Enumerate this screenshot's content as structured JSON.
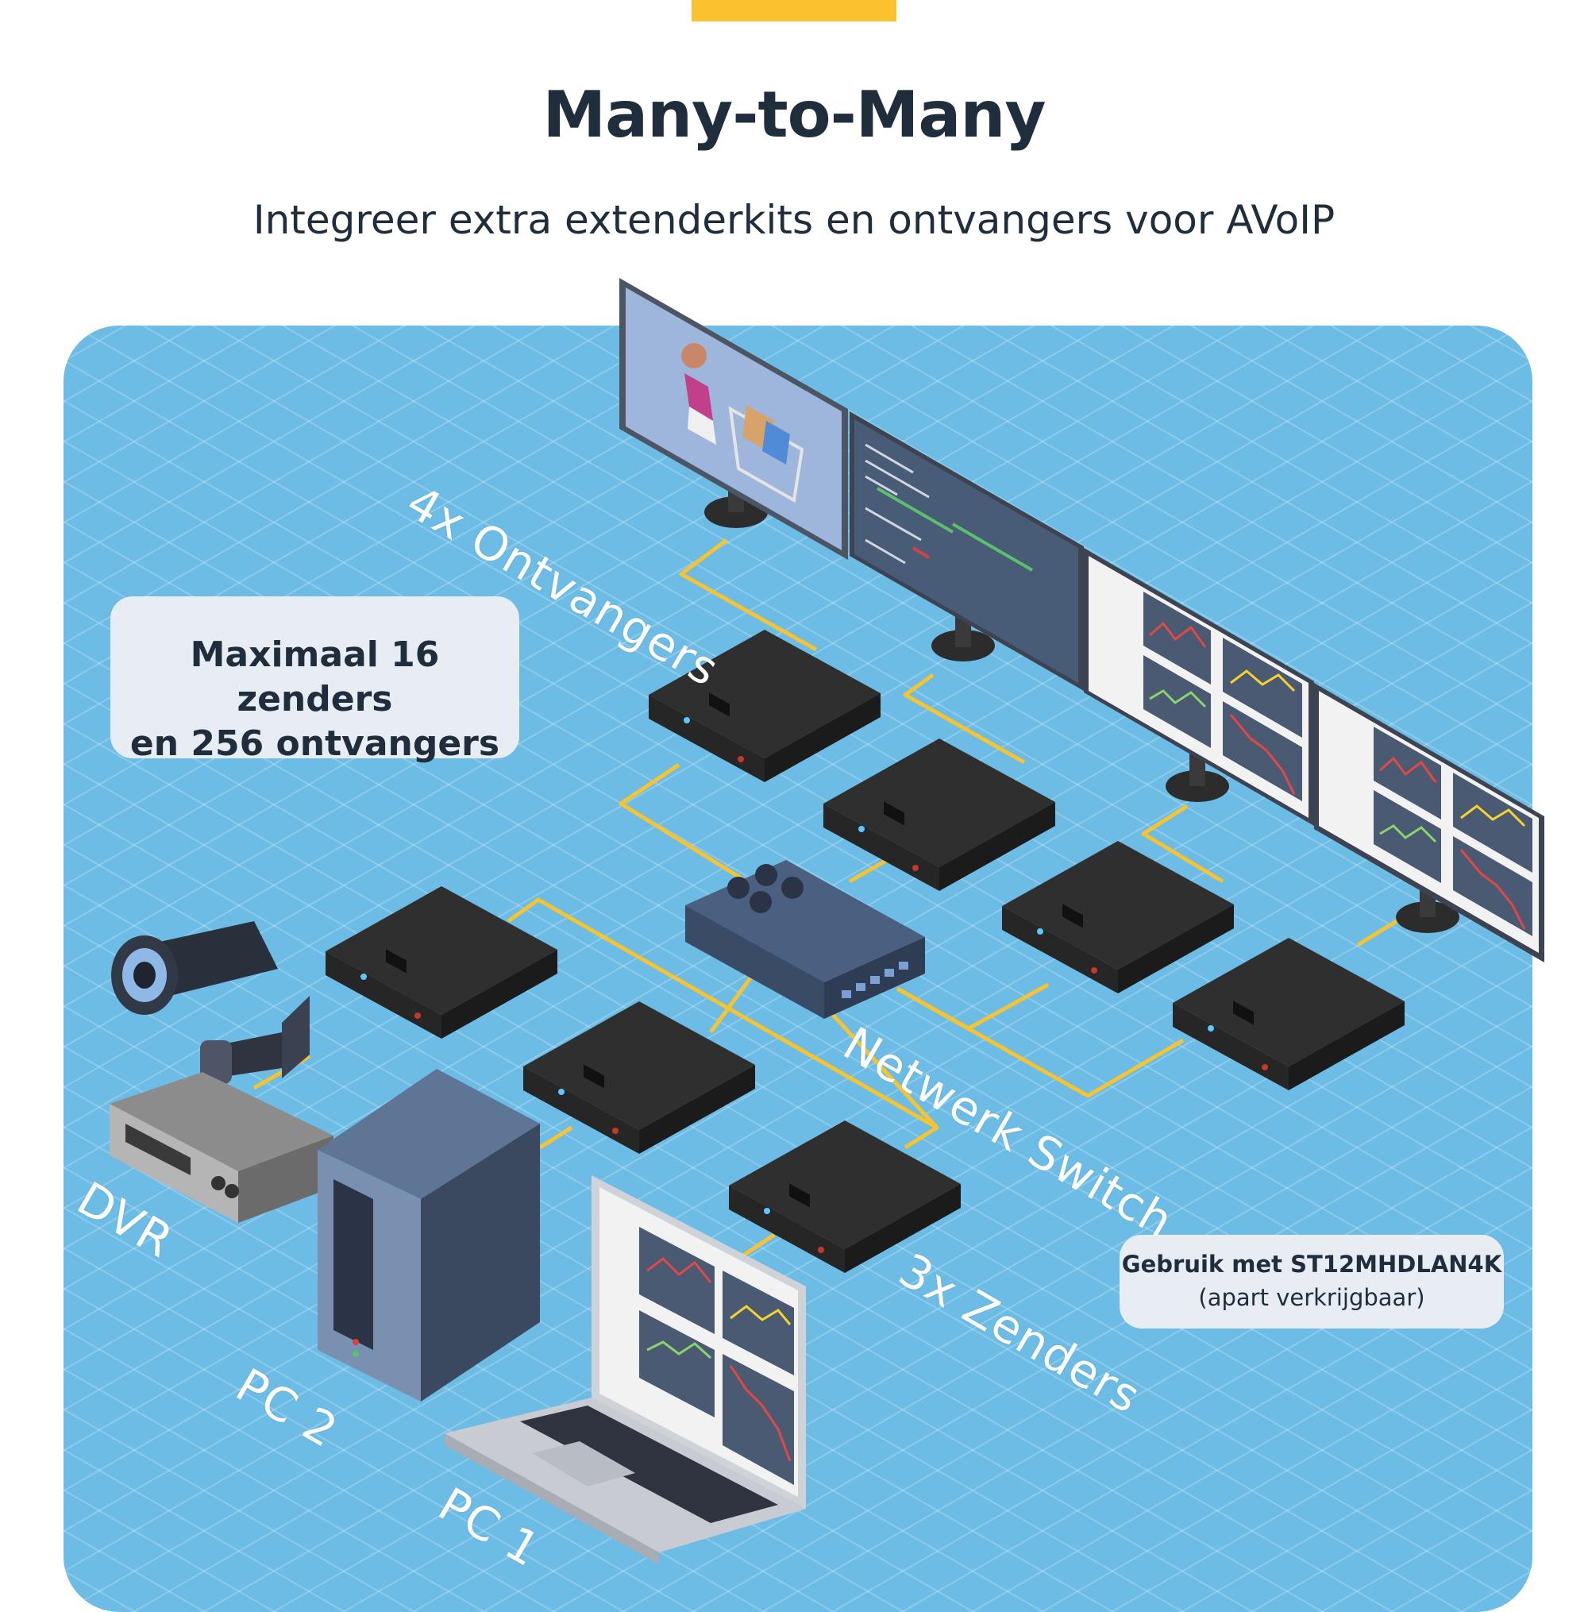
{
  "header": {
    "title": "Many-to-Many",
    "subtitle": "Integreer extra extenderkits en ontvangers voor AVoIP"
  },
  "callouts": {
    "max": {
      "line1": "Maximaal 16 zenders",
      "line2": "en 256 ontvangers"
    },
    "gebruik": {
      "line1": "Gebruik met ST12MHDLAN4K",
      "line2": "(apart verkrijgbaar)"
    }
  },
  "labels": {
    "receivers": "4x Ontvangers",
    "switch": "Netwerk Switch",
    "transmitters": "3x Zenders",
    "dvr": "DVR",
    "pc2": "PC 2",
    "pc1": "PC 1"
  },
  "colors": {
    "accent": "#f9c22e",
    "title": "#1f2d3d",
    "panel": "#6cbce6",
    "cable": "#f7c331",
    "box": "#2b2b2b"
  }
}
